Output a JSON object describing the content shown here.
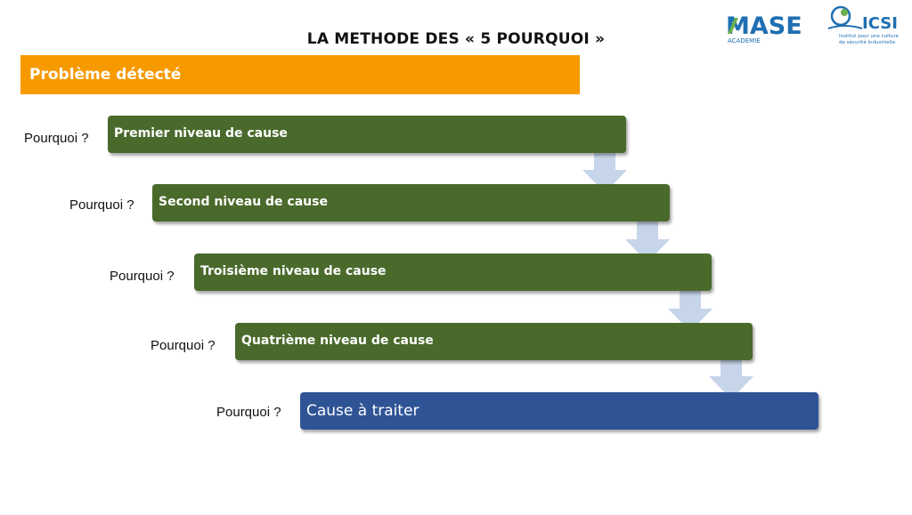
{
  "title": "LA METHODE DES « 5 POURQUOI »",
  "problem": "Problème détecté",
  "question": "Pourquoi ?",
  "levels": [
    "Premier niveau de cause",
    "Second niveau de cause",
    "Troisième niveau de cause",
    "Quatrième niveau de cause",
    "Cause à traiter"
  ],
  "logos": {
    "mase": {
      "main": "MASE",
      "sub": "ACADEMIE"
    },
    "icsi": {
      "main": "ICSI",
      "line1": "Institut pour une culture",
      "line2": "de sécurité industrielle"
    }
  },
  "colors": {
    "problem": "#f79a00",
    "cause": "#4a6a2c",
    "final": "#2f5496",
    "arrow": "#c7d5ea"
  }
}
